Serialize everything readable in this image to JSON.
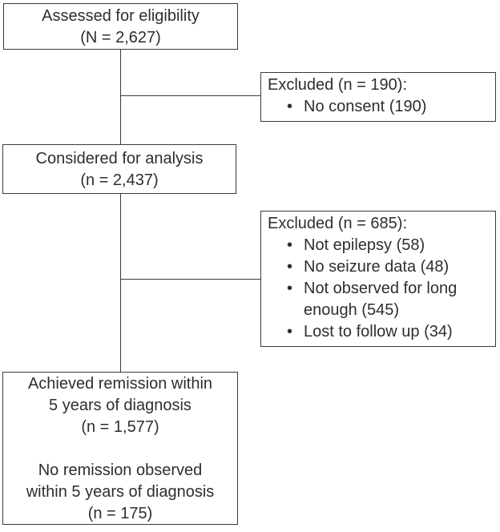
{
  "diagram": {
    "type": "participant-flow-diagram",
    "bullet_glyph": "•",
    "colors": {
      "background": "#ffffff",
      "border": "#3a3a3a",
      "text": "#2e2e2e",
      "connector": "#3a3a3a"
    },
    "boxes": {
      "eligibility": {
        "lines": [
          "Assessed for eligibility",
          "(N = 2,627)"
        ]
      },
      "excluded1": {
        "title": "Excluded (n = 190):",
        "bullets": [
          "No consent (190)"
        ]
      },
      "considered": {
        "lines": [
          "Considered for analysis",
          "(n = 2,437)"
        ]
      },
      "excluded2": {
        "title": "Excluded (n = 685):",
        "bullets": [
          "Not epilepsy (58)",
          "No seizure data (48)",
          "Not observed for long enough (545)",
          "Lost to follow up (34)"
        ]
      },
      "outcome": {
        "lines": [
          "Achieved remission within",
          "5 years of diagnosis",
          "(n = 1,577)",
          "",
          "No remission observed",
          "within 5 years of diagnosis",
          "(n = 175)"
        ]
      }
    }
  }
}
